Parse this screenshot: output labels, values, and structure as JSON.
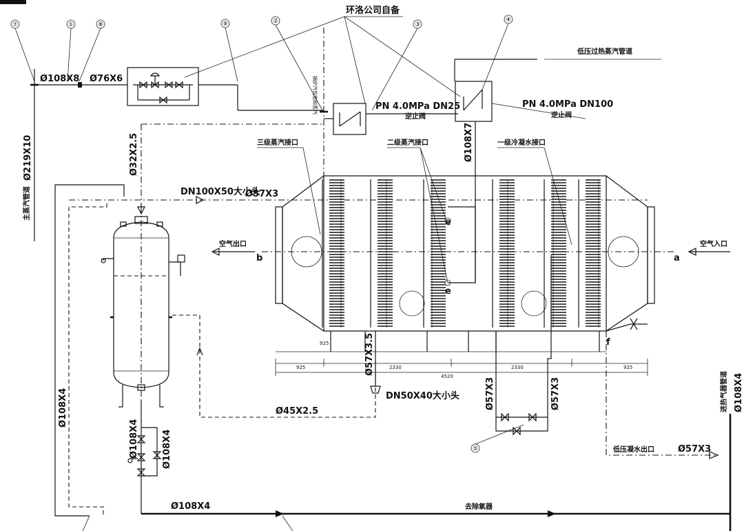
{
  "labels": {
    "supplier": "环洛公司自备",
    "main_steam": "主蒸汽管道",
    "main_pipe": "Ø219X10",
    "drum_steam": "锅炉汽包饱和蒸汽",
    "lp_superheated": "低压过热蒸汽管道",
    "pipe_108x8": "Ø108X8",
    "pipe_76x6": "Ø76X6",
    "pipe_32x2_5": "Ø32X2.5",
    "dn100x50": "DN100X50大小头",
    "pipe_57x3_top": "Ø57X3",
    "valve_pn_dn25": "PN 4.0MPa DN25",
    "check_valve_1": "逆止阀",
    "valve_pn_dn100": "PN 4.0MPa DN100",
    "check_valve_2": "逆止阀",
    "pipe_108x7": "Ø108X7",
    "stage3_steam": "三级蒸汽接口",
    "stage2_steam": "二级蒸汽接口",
    "stage1_water": "一级冷凝水接口",
    "air_outlet": "空气出口",
    "air_inlet": "空气入口",
    "port_a": "a",
    "port_b": "b",
    "port_e1": "e",
    "port_e2": "e",
    "port_f": "f",
    "pipe_57x3_5": "Ø57X3.5",
    "dn50x40": "DN50X40大小头",
    "pipe_45x2_5": "Ø45X2.5",
    "pipe_57x3_left": "Ø57X3",
    "pipe_57x3_right": "Ø57X3",
    "pipe_108x4_left": "Ø108X4",
    "pipe_108x4_a": "Ø108X4",
    "pipe_108x4_b": "Ø108X4",
    "pipe_108x4_bottom": "Ø108X4",
    "to_deaerator": "去除氧器",
    "lp_condensate": "低压凝水出口",
    "pipe_57x3_out": "Ø57X3",
    "steam_supply": "进热气器管道",
    "pipe_108x4_right": "Ø108X4",
    "dim_total": "4520",
    "dim_1": "925",
    "dim_2": "2330",
    "dim_3": "2330",
    "dim_4": "925",
    "dim_5": "925"
  },
  "balloons": [
    "⑦",
    "①",
    "⑧",
    "⑨",
    "②",
    "③",
    "④",
    "⑤"
  ]
}
